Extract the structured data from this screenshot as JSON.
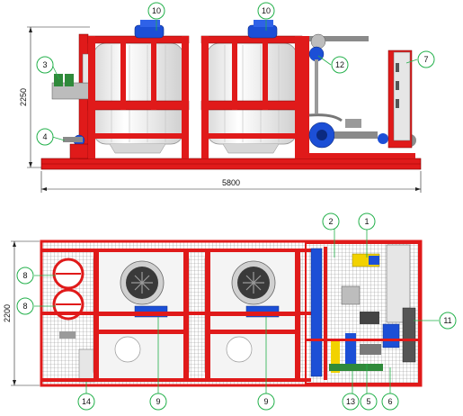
{
  "dimensions": {
    "side_height": "2250",
    "side_length": "5800",
    "plan_width": "2200"
  },
  "callouts": {
    "c1": "1",
    "c2": "2",
    "c3": "3",
    "c4": "4",
    "c5": "5",
    "c6": "6",
    "c7": "7",
    "c8a": "8",
    "c8b": "8",
    "c9a": "9",
    "c9b": "9",
    "c10a": "10",
    "c10b": "10",
    "c11": "11",
    "c12": "12",
    "c13": "13",
    "c14": "14"
  },
  "colors": {
    "frame_red": "#e01a1a",
    "callout_green": "#22b04a",
    "tank_white": "#f2f2f2",
    "motor_blue": "#1c4fd6",
    "grating_gray": "#9a9a9a",
    "panel_gray": "#e6e6e6",
    "dark_gray": "#555555",
    "yellow": "#f2d200"
  }
}
